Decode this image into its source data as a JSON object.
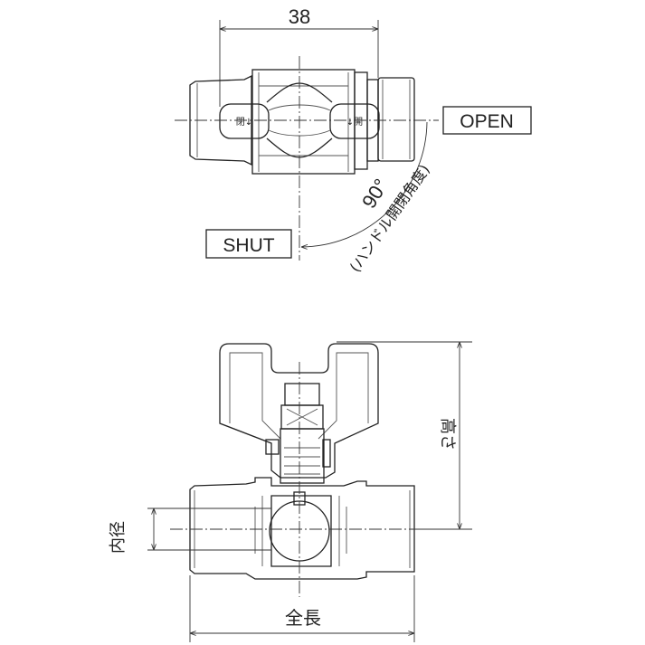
{
  "top_view": {
    "width_dimension": "38",
    "open_label": "OPEN",
    "shut_label": "SHUT",
    "angle_label": "90°",
    "angle_note": "(ハンドル開閉角度)",
    "lever_mark_left": "閉↓",
    "lever_mark_right": "↓開"
  },
  "side_view": {
    "height_label": "高さ",
    "inner_diameter_label": "内径",
    "overall_length_label": "全長"
  }
}
